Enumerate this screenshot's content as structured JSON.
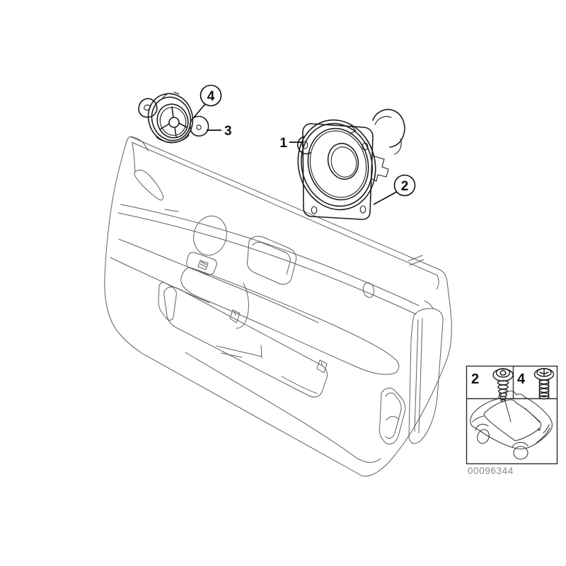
{
  "colors": {
    "background": "#ffffff",
    "door_line": "#5f5f5f",
    "part_line": "#1e1e1e",
    "callout_text": "#111111",
    "part_number_text": "#8a8a8a"
  },
  "callouts": [
    {
      "label": "1",
      "style": "plain-dash",
      "points_to": "midrange-speaker"
    },
    {
      "label": "2",
      "style": "circled",
      "points_to": "midrange-speaker-mount"
    },
    {
      "label": "3",
      "style": "plain-line",
      "points_to": "tweeter-speaker"
    },
    {
      "label": "4",
      "style": "circled",
      "points_to": "tweeter-speaker-mount"
    }
  ],
  "legend": {
    "cells": [
      {
        "ref": "2",
        "icon": "torx-screw-icon"
      },
      {
        "ref": "4",
        "icon": "phillips-screw-icon"
      }
    ],
    "vehicle_icon": "car-icon"
  },
  "footer": {
    "part_number": "00096344"
  }
}
